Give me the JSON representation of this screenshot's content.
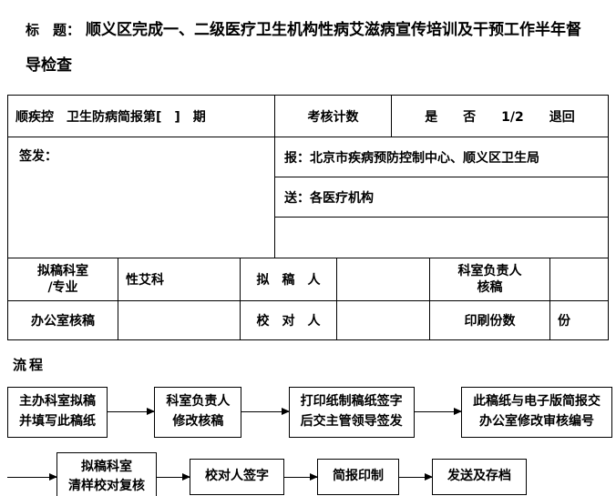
{
  "title": {
    "label": "标　题：",
    "text": "顺义区完成一、二级医疗卫生机构性病艾滋病宣传培训及干预工作半年督导检查"
  },
  "header_row": {
    "bulletin_no": "顺疾控　卫生防病简报第[　]　期",
    "assessment_count": "考核计数",
    "return_options": "是　　否　　1/2　　退回"
  },
  "issuance": {
    "sign_label": "签发：",
    "report_to": "报：北京市疾病预防控制中心、顺义区卫生局",
    "send_to": "送：各医疗机构"
  },
  "review_grid": {
    "draft_dept_label": "拟稿科室\n/专业",
    "draft_dept_value": "性艾科",
    "drafter_label": "拟　稿　人",
    "dept_head_review_label": "科室负责人\n核稿",
    "office_review_label": "办公室核稿",
    "proofreader_label": "校　对　人",
    "print_copies_label": "印刷份数",
    "print_copies_unit": "份"
  },
  "process": {
    "heading": "流程",
    "row1": [
      "主办科室拟稿\n并填写此稿纸",
      "科室负责人\n修改核稿",
      "打印纸制稿纸签字\n后交主管领导签发",
      "此稿纸与电子版简报交\n办公室修改审核编号"
    ],
    "row2": [
      "拟稿科室\n清样校对复核",
      "校对人签字",
      "简报印制",
      "发送及存档"
    ]
  }
}
